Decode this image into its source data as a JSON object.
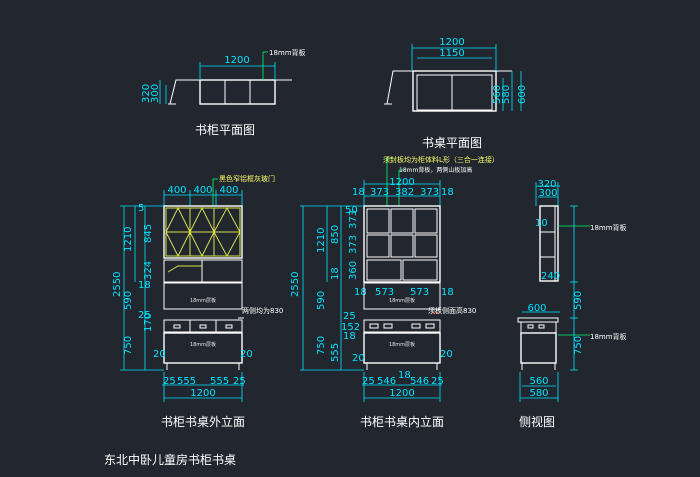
{
  "titles": {
    "bookcase_plan": "书柜平面图",
    "desk_plan": "书桌平面图",
    "outer_elevation": "书柜书桌外立面",
    "inner_elevation": "书柜书桌内立面",
    "side_view": "侧视图",
    "drawing_name": "东北中卧儿童房书柜书桌"
  },
  "notes": {
    "back_panel_18": "18mm背板",
    "black_frame_glass": "黑色窄铝框灰玻门",
    "edge_banding": "须封板均为柜体料L形（三合一连接）",
    "back_panel_both_ends": "18mm背板，两侧山板加高",
    "both_sides_830": "两侧均为830",
    "shelf_18": "18mm层板",
    "panel_side_830": "须板侧面高830"
  },
  "dims": {
    "bp_1200": "1200",
    "bp_320": "320",
    "bp_300": "300",
    "dp_1200": "1200",
    "dp_1150": "1150",
    "dp_560": "560",
    "dp_580": "580",
    "dp_600": "600",
    "oe_400a": "400",
    "oe_400b": "400",
    "oe_400c": "400",
    "oe_5": "5",
    "oe_845": "845",
    "oe_1210": "1210",
    "oe_324": "324",
    "oe_18a": "18",
    "oe_590": "590",
    "oe_2550": "2550",
    "oe_25": "25",
    "oe_170": "170",
    "oe_750": "750",
    "oe_20a": "20",
    "oe_20b": "20",
    "oe_25b": "25",
    "oe_555a": "555",
    "oe_555b": "555",
    "oe_25c": "25",
    "oe_1200": "1200",
    "ie_18a": "18",
    "ie_373a": "373",
    "ie_382": "382",
    "ie_373b": "373",
    "ie_18b": "18",
    "ie_1200top": "1200",
    "ie_50": "50",
    "ie_850": "850",
    "ie_373v1": "373",
    "ie_373v2": "373",
    "ie_360": "360",
    "ie_18v": "18",
    "ie_1210": "1210",
    "ie_2550": "2550",
    "ie_590": "590",
    "ie_25": "25",
    "ie_152": "152",
    "ie_18v2": "18",
    "ie_555": "555",
    "ie_750": "750",
    "ie_18l": "18",
    "ie_573a": "573",
    "ie_573b": "573",
    "ie_18r": "18",
    "ie_20a": "20",
    "ie_20b": "20",
    "ie_25b": "25",
    "ie_546a": "546",
    "ie_18m": "18",
    "ie_546b": "546",
    "ie_25c": "25",
    "ie_1200": "1200",
    "sv_320": "320",
    "sv_300": "300",
    "sv_10": "10",
    "sv_240": "240",
    "sv_600": "600",
    "sv_560": "560",
    "sv_580": "580",
    "sv_590": "590",
    "sv_750": "750",
    "sv_note1": "18mm背板",
    "sv_note2": "18mm背板"
  }
}
